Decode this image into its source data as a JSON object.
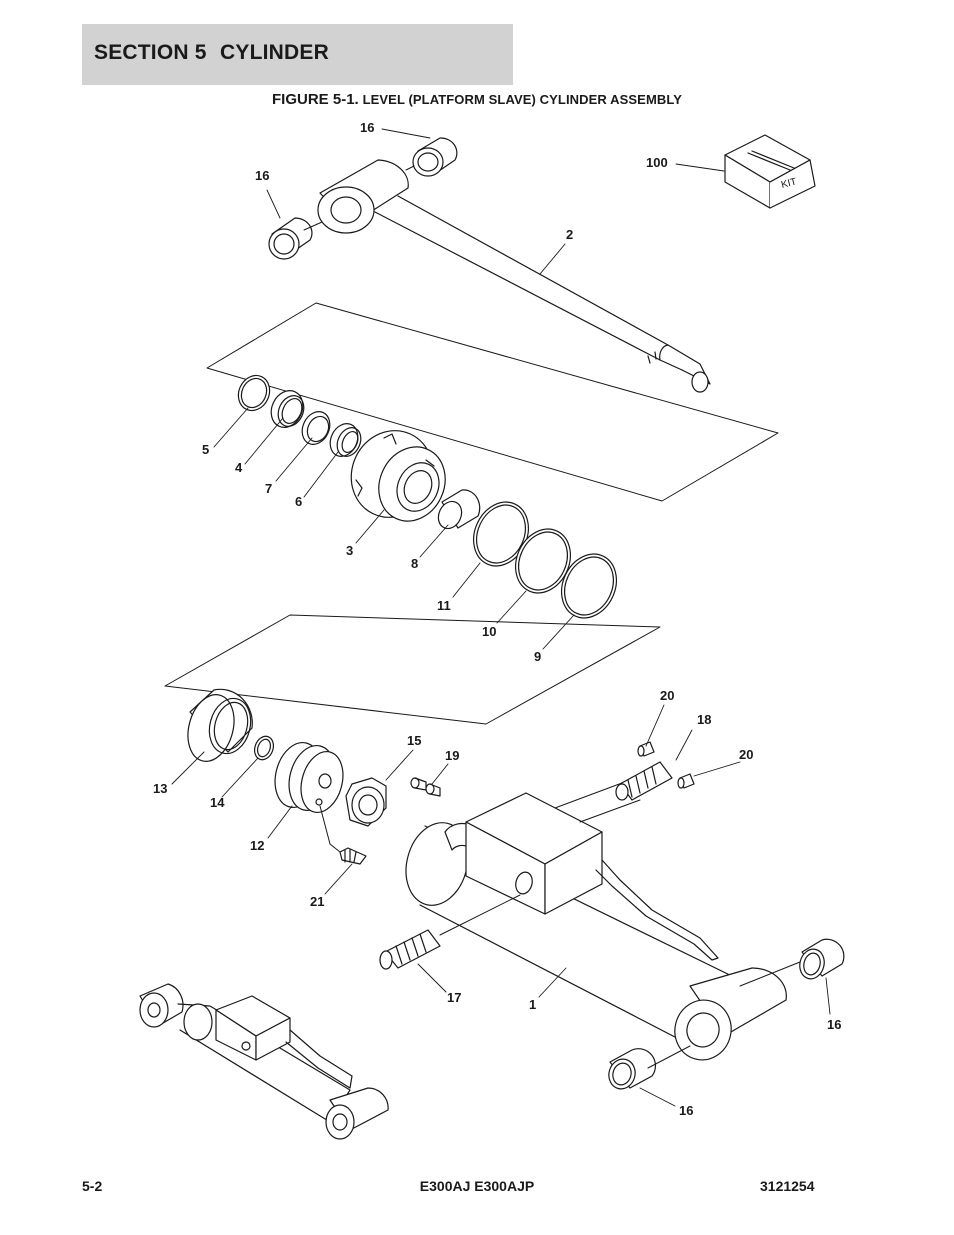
{
  "header": {
    "section_label": "SECTION 5",
    "section_title": "CYLINDER"
  },
  "figure": {
    "caption": "FIGURE 5-1.",
    "title": "LEVEL (PLATFORM SLAVE) CYLINDER ASSEMBLY"
  },
  "kit_label": "KIT",
  "callouts": {
    "c16a": "16",
    "c16b": "16",
    "c100": "100",
    "c2": "2",
    "c5": "5",
    "c4": "4",
    "c7": "7",
    "c6": "6",
    "c3": "3",
    "c8": "8",
    "c11": "11",
    "c10": "10",
    "c9": "9",
    "c20a": "20",
    "c18": "18",
    "c20b": "20",
    "c15": "15",
    "c19": "19",
    "c13": "13",
    "c14": "14",
    "c12": "12",
    "c21": "21",
    "c17": "17",
    "c1": "1",
    "c16c": "16",
    "c16d": "16"
  },
  "footer": {
    "page": "5-2",
    "model": "E300AJ E300AJP",
    "doc_number": "3121254"
  }
}
